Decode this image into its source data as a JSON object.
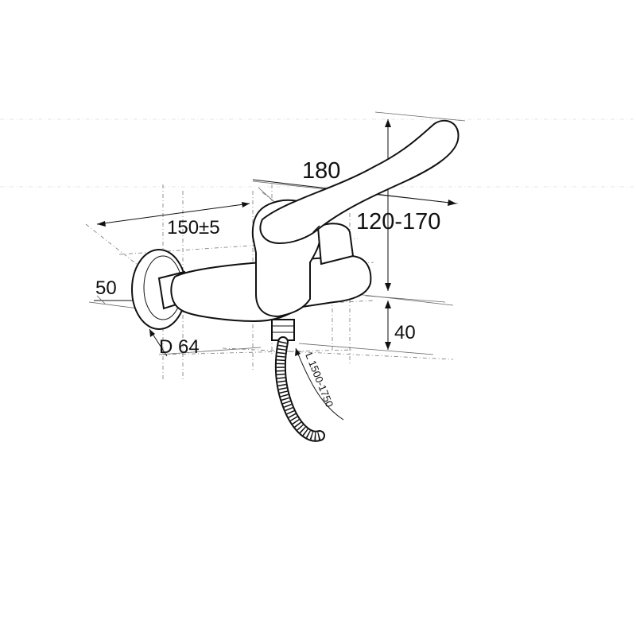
{
  "drawing": {
    "dimensions": {
      "width_top": "180",
      "depth": "150±5",
      "height_range": "120-170",
      "handle_height": "40",
      "rosette_depth": "50",
      "rosette_diameter": "D 64",
      "hose_length": "L 1500-1750"
    }
  }
}
